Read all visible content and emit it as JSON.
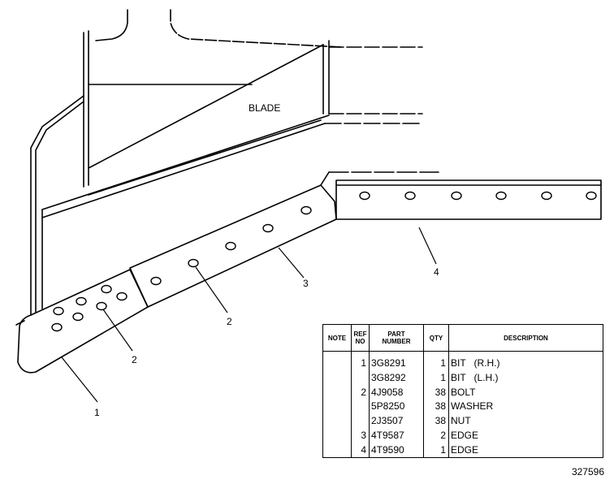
{
  "drawing": {
    "blade_label": "BLADE",
    "callouts": [
      "1",
      "2",
      "2",
      "3",
      "4"
    ]
  },
  "parts_table": {
    "headers": {
      "note": "NOTE",
      "ref_line1": "REF",
      "ref_line2": "NO",
      "part_line1": "PART",
      "part_line2": "NUMBER",
      "qty": "QTY",
      "description": "DESCRIPTION"
    },
    "rows": [
      {
        "note": "",
        "ref": "1",
        "part": "3G8291",
        "qty": "1",
        "desc": "BIT   (R.H.)"
      },
      {
        "note": "",
        "ref": "",
        "part": "3G8292",
        "qty": "1",
        "desc": "BIT   (L.H.)"
      },
      {
        "note": "",
        "ref": "2",
        "part": "4J9058",
        "qty": "38",
        "desc": "BOLT"
      },
      {
        "note": "",
        "ref": "",
        "part": "5P8250",
        "qty": "38",
        "desc": "WASHER"
      },
      {
        "note": "",
        "ref": "",
        "part": "2J3507",
        "qty": "38",
        "desc": "NUT"
      },
      {
        "note": "",
        "ref": "3",
        "part": "4T9587",
        "qty": "2",
        "desc": "EDGE"
      },
      {
        "note": "",
        "ref": "4",
        "part": "4T9590",
        "qty": "1",
        "desc": "EDGE"
      }
    ]
  },
  "figure_number": "327596"
}
